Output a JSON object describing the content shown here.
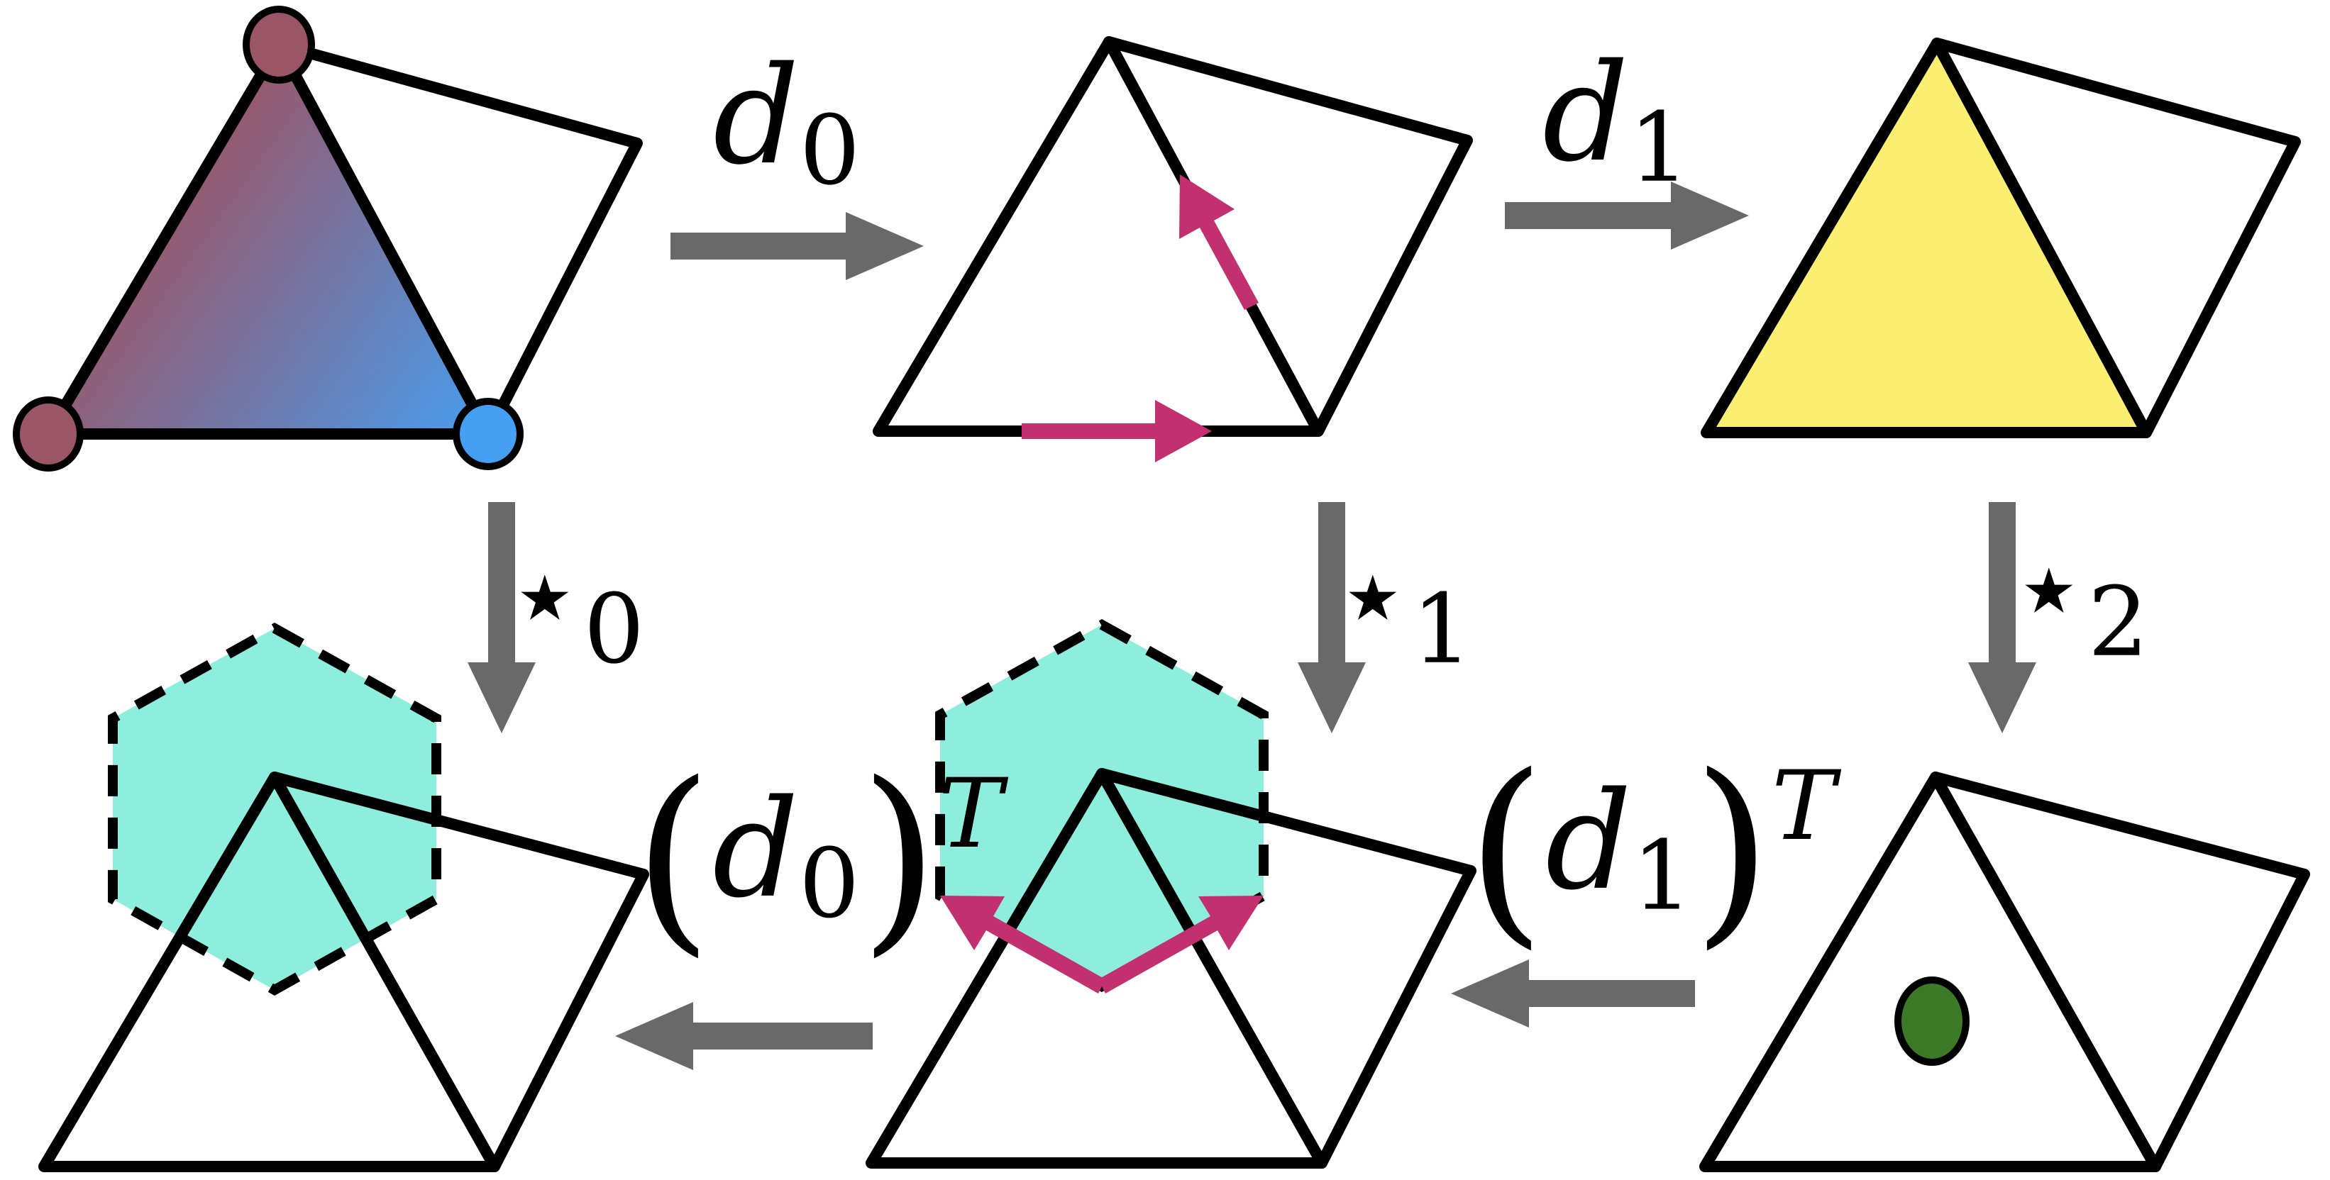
{
  "figure": {
    "background": "#ffffff",
    "palette": {
      "arrow_gray": "#696969",
      "magenta": "#c23070",
      "cyan_fill": "#8deedd",
      "yellow_fill": "#faef70",
      "maroon_vertex": "#9a5566",
      "blue_vertex": "#459ff2",
      "green_dot": "#3d7a28",
      "edge_black": "#000000"
    },
    "labels": {
      "d0": {
        "base": "d",
        "sub": "0"
      },
      "d1": {
        "base": "d",
        "sub": "1"
      },
      "star0": {
        "star": "⋆",
        "sub": "0"
      },
      "star1": {
        "star": "⋆",
        "sub": "1"
      },
      "star2": {
        "star": "⋆",
        "sub": "2"
      },
      "d0T": {
        "open": "(",
        "base": "d",
        "sub": "0",
        "close": ")",
        "sup": "T"
      },
      "d1T": {
        "open": "(",
        "base": "d",
        "sub": "1",
        "close": ")",
        "sup": "T"
      }
    }
  }
}
